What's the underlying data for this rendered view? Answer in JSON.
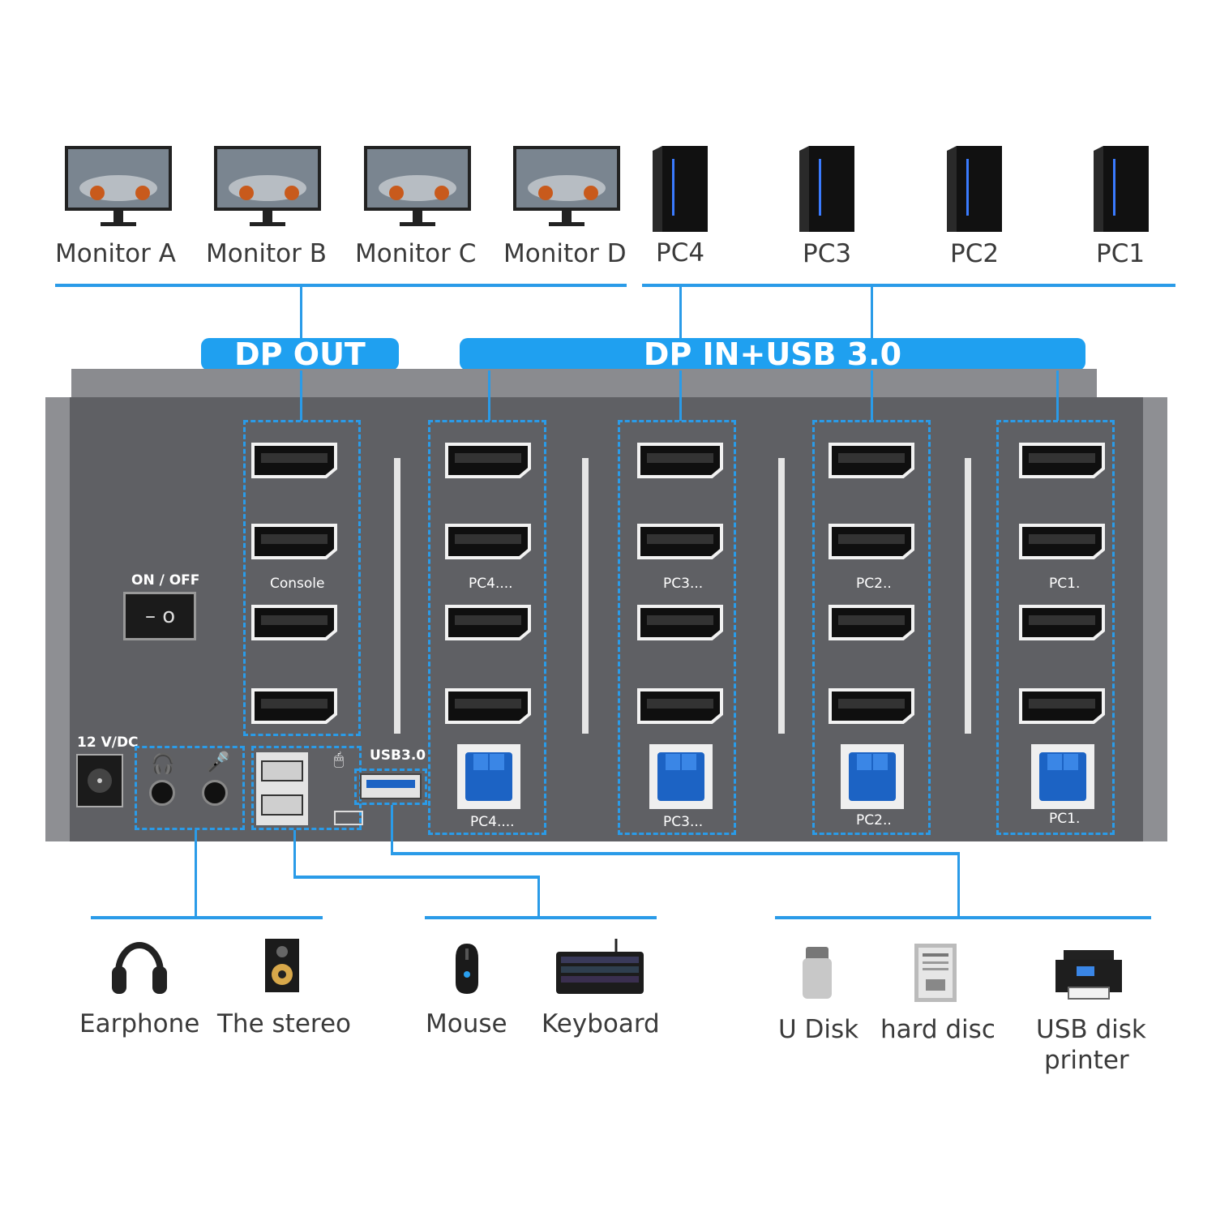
{
  "top": {
    "monitors": [
      "Monitor A",
      "Monitor B",
      "Monitor C",
      "Monitor D"
    ],
    "pcs": [
      "PC4",
      "PC3",
      "PC2",
      "PC1"
    ]
  },
  "banners": {
    "dp_out": "DP OUT",
    "dp_in": "DP IN+USB 3.0"
  },
  "panel": {
    "on_off": "ON / OFF",
    "console": "Console",
    "power": "12 V/DC",
    "usb30": "USB3.0",
    "port_labels_mid": [
      "PC4....",
      "PC3...",
      "PC2..",
      "PC1."
    ],
    "port_labels_bottom": [
      "PC4....",
      "PC3...",
      "PC2..",
      "PC1."
    ]
  },
  "bottom": {
    "audio": [
      "Earphone",
      "The stereo"
    ],
    "hid": [
      "Mouse",
      "Keyboard"
    ],
    "usb": [
      "U Disk",
      "hard disc",
      "USB disk",
      "printer"
    ]
  },
  "colors": {
    "accent": "#1fa0f0",
    "panel": "#5f6064",
    "port": "#111111"
  }
}
